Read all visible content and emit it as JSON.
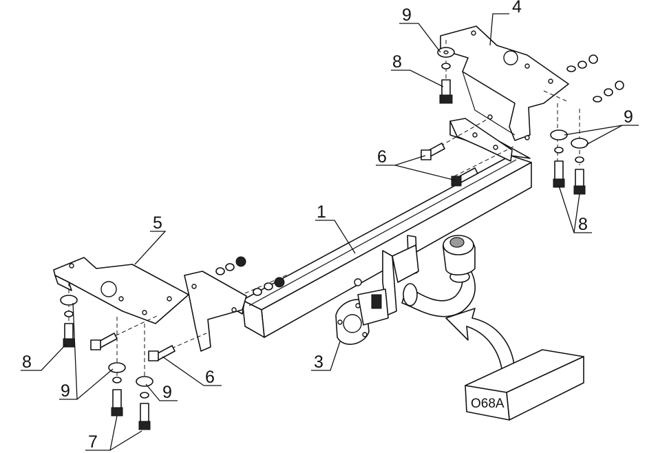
{
  "labels": {
    "part1": "1",
    "part3": "3",
    "part4": "4",
    "part5": "5",
    "part6_top": "6",
    "part6_bottom": "6",
    "part7": "7",
    "part8_top": "8",
    "part8_right": "8",
    "part8_left": "8",
    "part9_top": "9",
    "part9_right": "9",
    "part9_left": "9",
    "part9_bottom": "9"
  },
  "ball_code": "O68A"
}
